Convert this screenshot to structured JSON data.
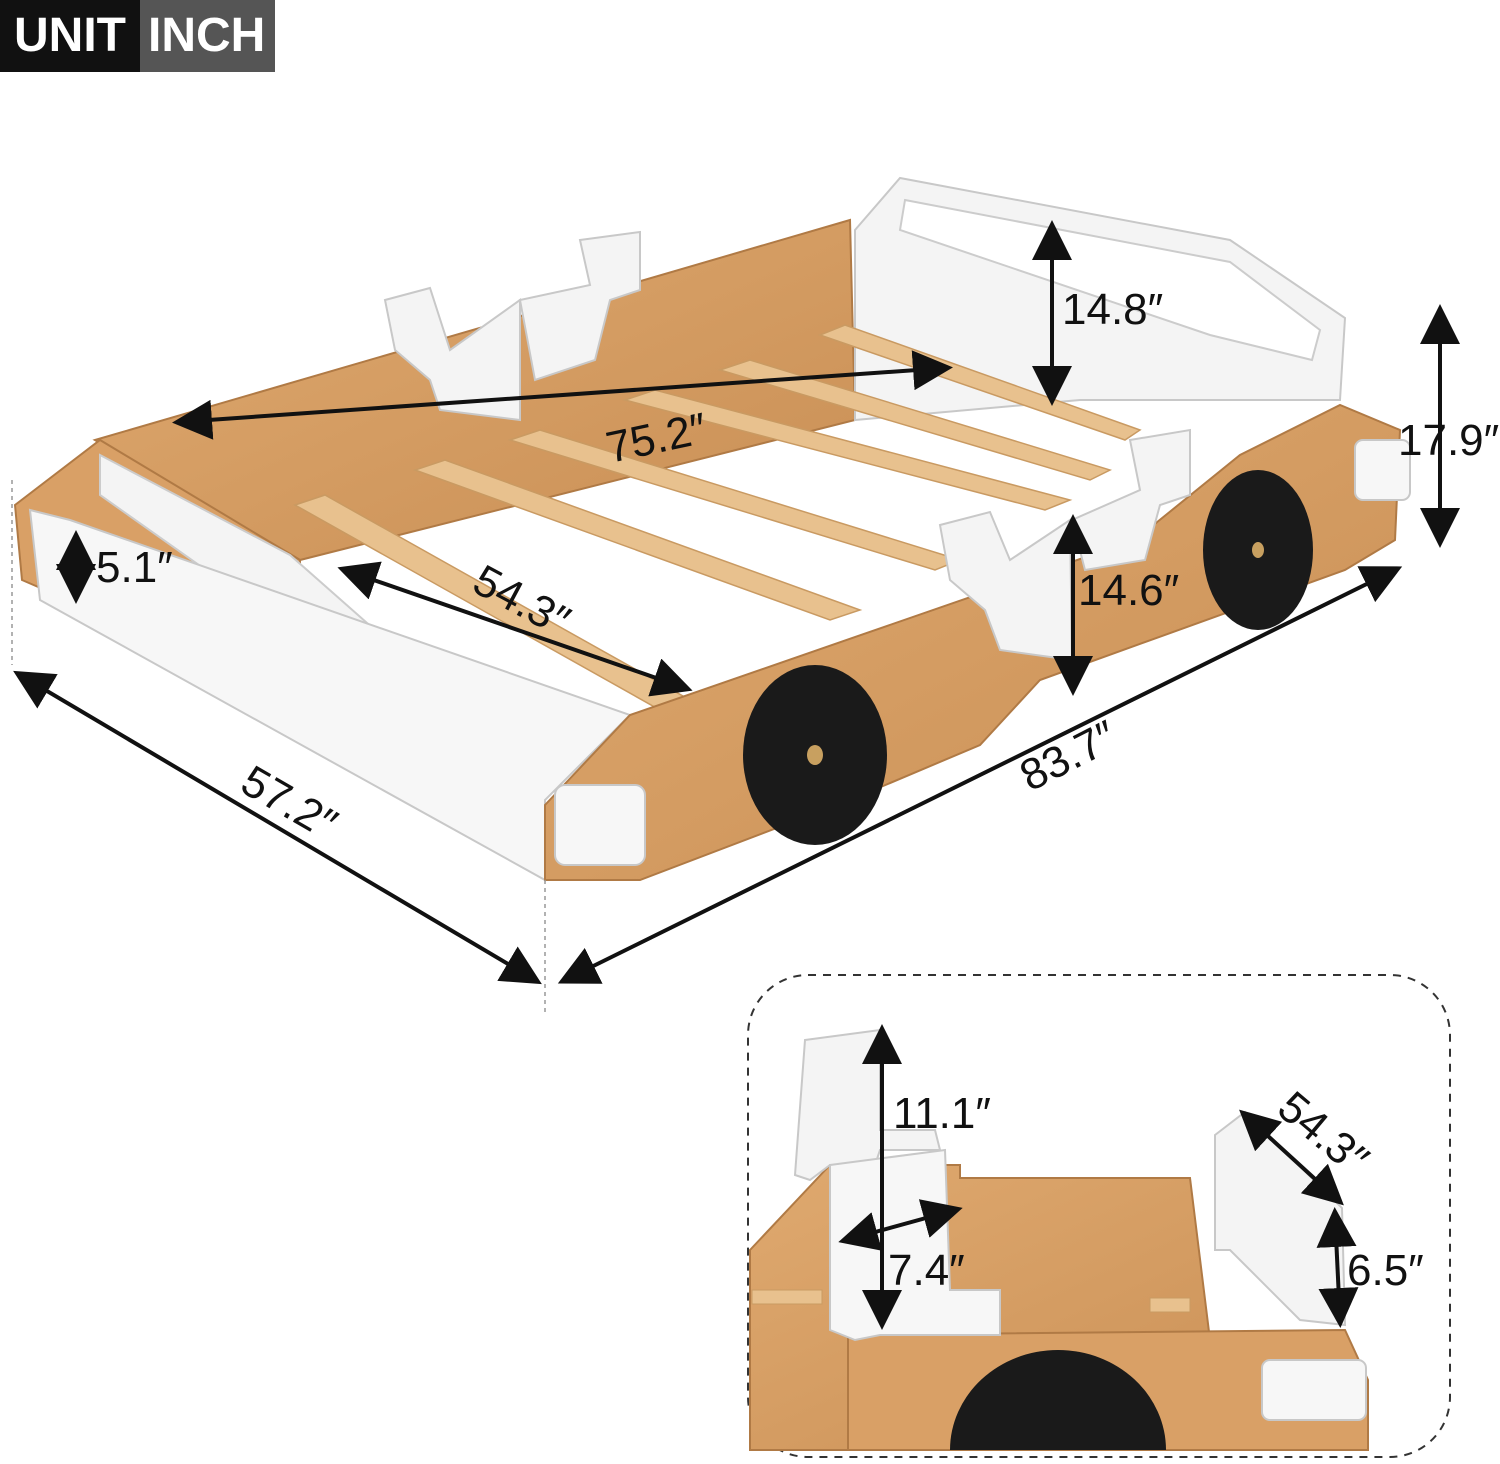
{
  "badge": {
    "unit_label": "UNIT",
    "unit_value": "INCH"
  },
  "colors": {
    "wood": "#d9a066",
    "wood_dark": "#c68a4f",
    "white_panel": "#f4f4f4",
    "wheel": "#1a1a1a",
    "slat": "#e8c18e",
    "arrow": "#111111"
  },
  "dimensions": {
    "headboard_height": "14.8″",
    "overall_height": "17.9″",
    "inner_length": "75.2″",
    "slat_width": "54.3″",
    "side_height": "14.6″",
    "footboard_height": "5.1″",
    "overall_width": "57.2″",
    "overall_length": "83.7″"
  },
  "inset": {
    "mirror_height": "11.1″",
    "mirror_width": "7.4″",
    "headboard_width": "54.3″",
    "headboard_panel_height": "6.5″"
  }
}
